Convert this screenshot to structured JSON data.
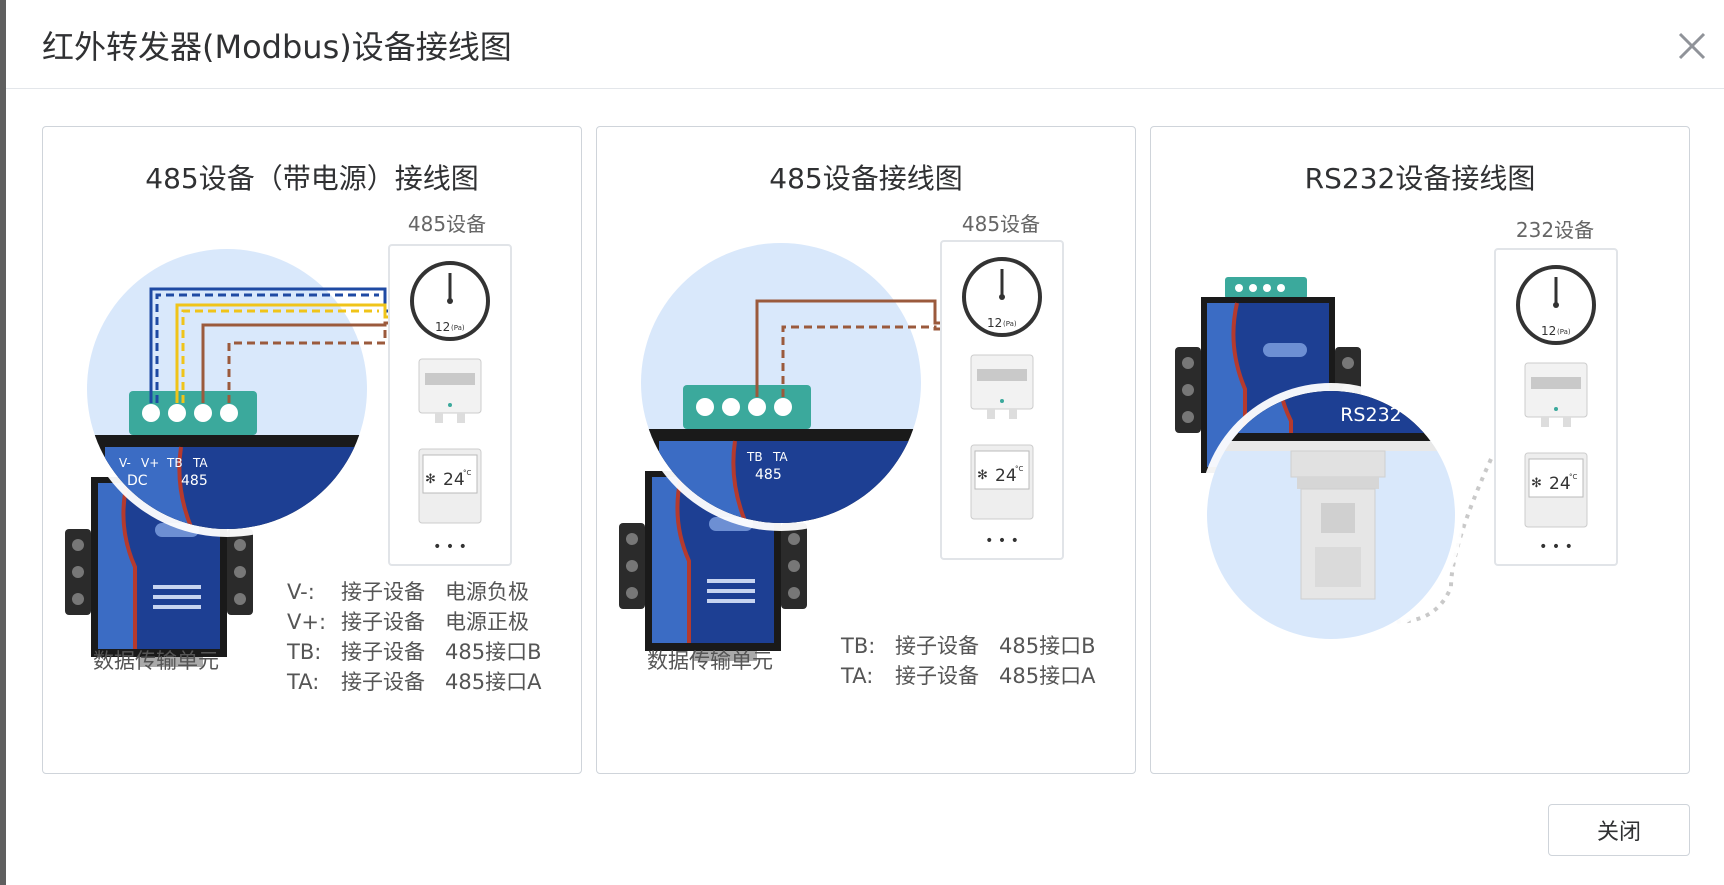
{
  "dialog": {
    "title": "红外转发器(Modbus)设备接线图",
    "close_label": "关闭"
  },
  "panels": [
    {
      "title": "485设备（带电源）接线图",
      "device_label": "485设备",
      "dtu_label": "数据传输单元",
      "terminal_labels": [
        "V-",
        "V+",
        "TB",
        "TA"
      ],
      "module_labels": [
        "DC",
        "485"
      ],
      "legend": [
        {
          "key": "V-:",
          "a": "接子设备",
          "b": "电源负极"
        },
        {
          "key": "V+:",
          "a": "接子设备",
          "b": "电源正极"
        },
        {
          "key": "TB:",
          "a": "接子设备",
          "b": "485接口B"
        },
        {
          "key": "TA:",
          "a": "接子设备",
          "b": "485接口A"
        }
      ]
    },
    {
      "title": "485设备接线图",
      "device_label": "485设备",
      "dtu_label": "数据传输单元",
      "terminal_labels": [
        "TB",
        "TA"
      ],
      "module_labels": [
        "485"
      ],
      "legend": [
        {
          "key": "TB:",
          "a": "接子设备",
          "b": "485接口B"
        },
        {
          "key": "TA:",
          "a": "接子设备",
          "b": "485接口A"
        }
      ]
    },
    {
      "title": "RS232设备接线图",
      "device_label": "232设备",
      "module_label": "RS232"
    }
  ],
  "devices": {
    "gauge_value": "12",
    "gauge_unit": "(Pa)",
    "thermostat_temp": "24",
    "thermostat_unit": "°C",
    "more": "• • •"
  },
  "colors": {
    "module_blue": "#1d3f93",
    "module_light_blue": "#3b6cc4",
    "terminal_green": "#3ba99c",
    "wire_blue": "#1f4aa3",
    "wire_yellow": "#f0c419",
    "wire_brown": "#9b5a3c",
    "circle_bg": "#d9e8fb"
  }
}
